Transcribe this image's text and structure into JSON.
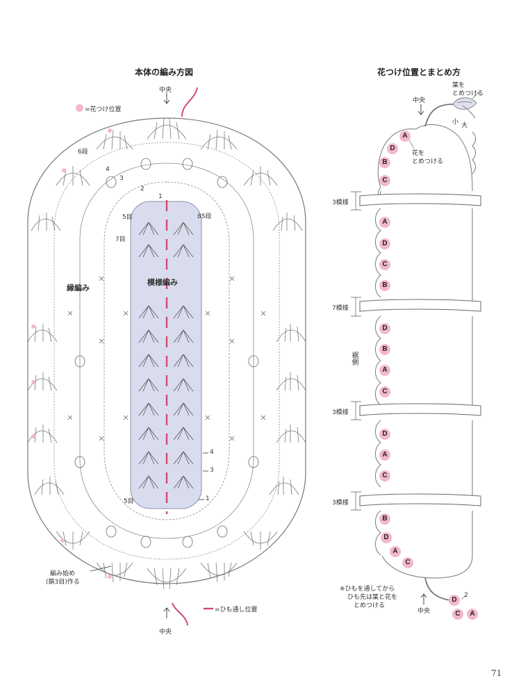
{
  "left": {
    "title": "本体の編み方図",
    "center_top": "中央",
    "center_bottom": "中央",
    "flower_legend": "=花つけ位置",
    "border_label": "縁編み",
    "pattern_label": "模様編み",
    "start_note_line1": "編み始め",
    "start_note_line2": "(鎖3目)作る",
    "cord_legend": "=ひも通し位置",
    "row_6": "6段",
    "row_4": "4",
    "row_3": "3",
    "row_2": "2",
    "row_1": "1",
    "st_5a": "5目",
    "st_5b": "5目",
    "st_7": "7目",
    "st_85": "85段",
    "arrow_4": "4",
    "arrow_3": "3",
    "arrow_1": "1",
    "colors": {
      "accent": "#d24a72",
      "flower": "#f2b8cb",
      "panel": "#d9dcec",
      "line": "#777777"
    }
  },
  "right": {
    "title": "花つけ位置とまとめ方",
    "leaf_note_line1": "葉を",
    "leaf_note_line2": "とめつける",
    "center_top": "中央",
    "small": "小",
    "large": "大",
    "flower_note_line1": "花を",
    "flower_note_line2": "とめつける",
    "band_1": "3模様",
    "band_2": "7模様",
    "band_3": "3模様",
    "band_4": "3模様",
    "hem_side": "裾側",
    "footnote_line1": "※ひもを通してから",
    "footnote_line2": "ひも先は葉と花を",
    "footnote_line3": "とめつける",
    "center_bottom": "中央",
    "bottom_2": "2",
    "group1": [
      "A",
      "D",
      "B",
      "C"
    ],
    "group2": [
      "A",
      "D",
      "C",
      "B"
    ],
    "group3": [
      "D",
      "B",
      "A",
      "C"
    ],
    "group4": [
      "D",
      "A",
      "C"
    ],
    "group5": [
      "B",
      "D",
      "A",
      "C"
    ],
    "tip": [
      "D",
      "C",
      "A"
    ]
  },
  "page_number": "71"
}
